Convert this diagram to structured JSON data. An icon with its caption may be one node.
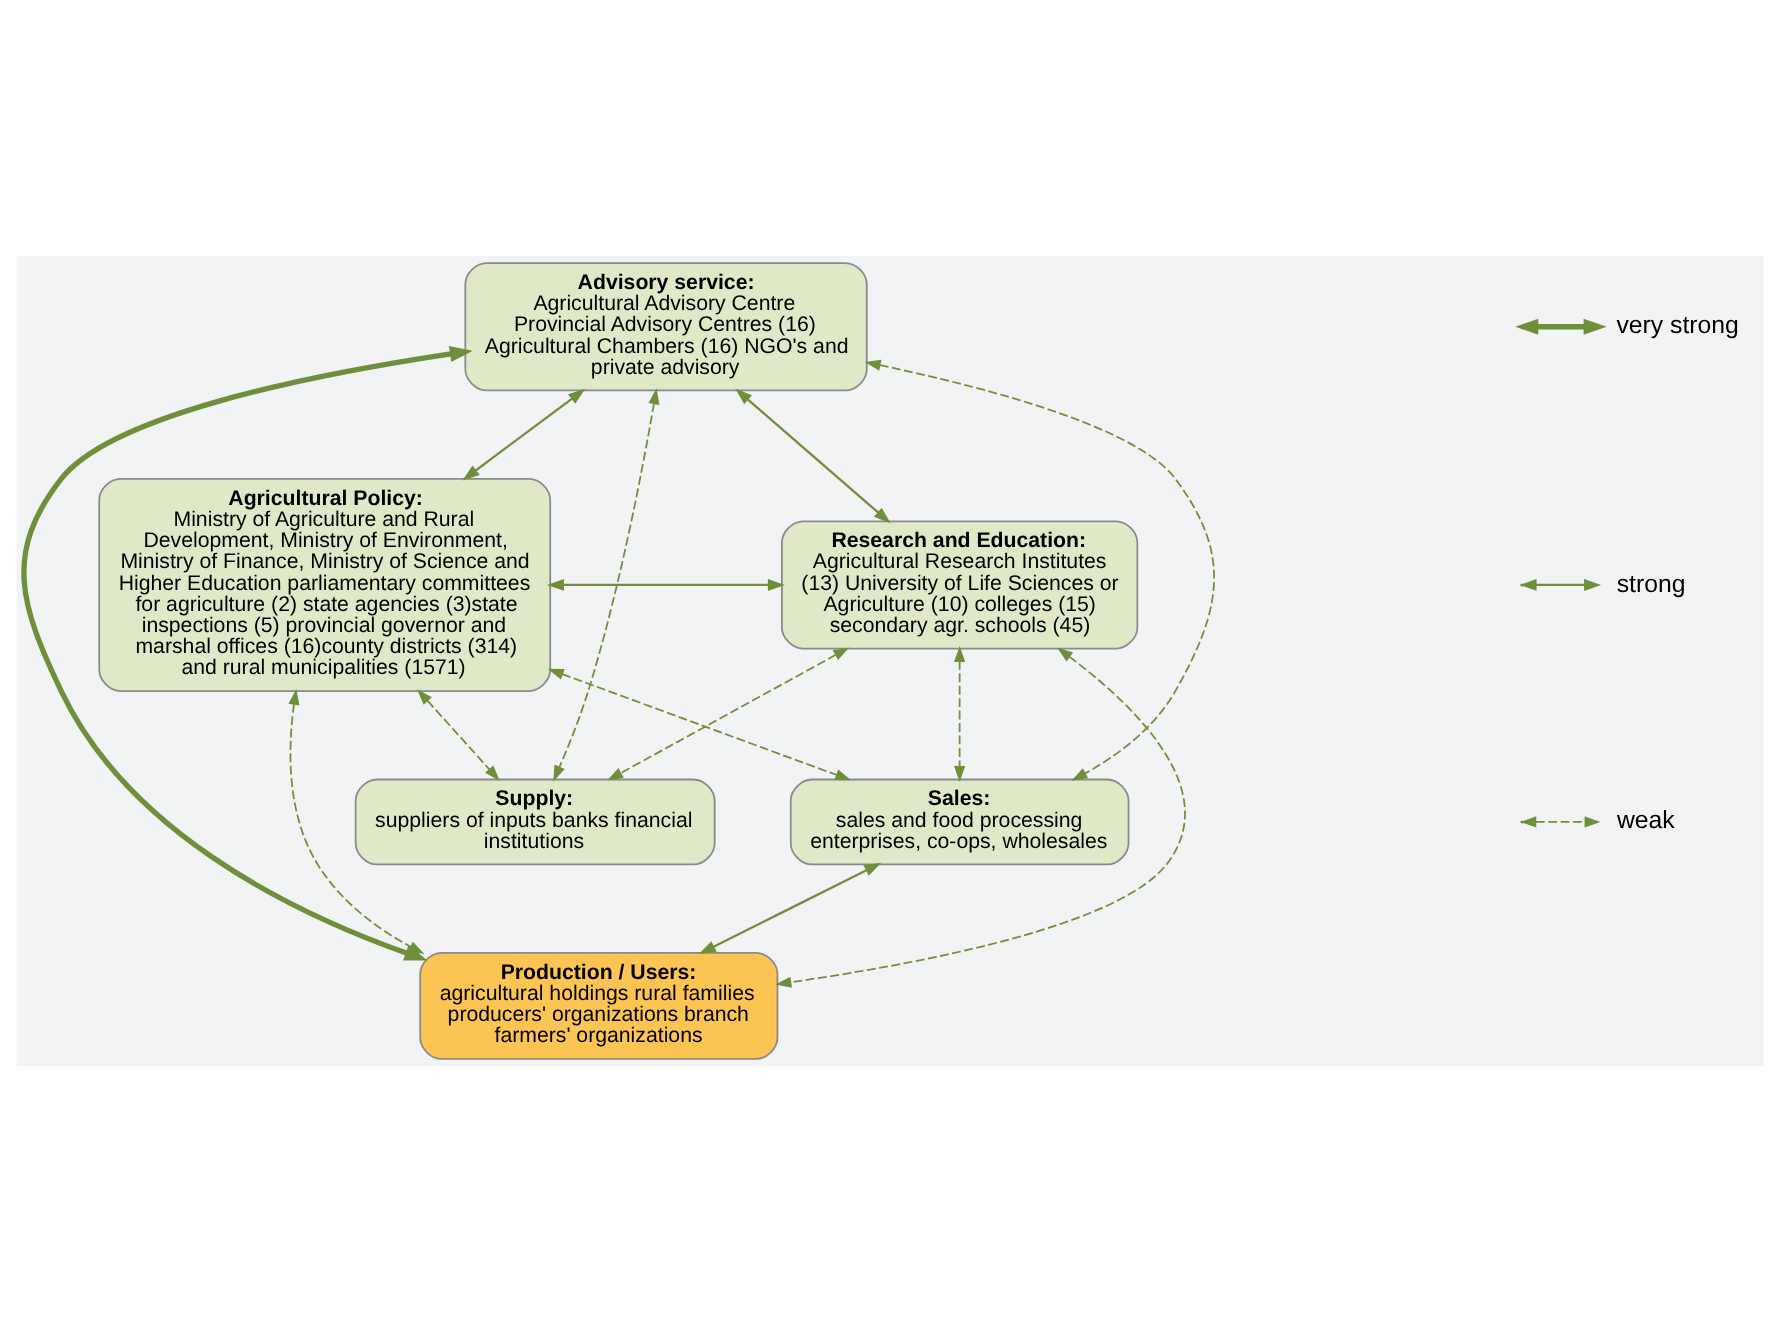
{
  "diagram": {
    "nodes": [
      {
        "text": [
          "Advisory service:",
          "Agricultural Advisory Centre Provincial Advisory Centres (16) Agricultural Chambers (16) NGO's and private advisory"
        ]
      },
      {
        "text": [
          "Research and Education:",
          "Agricultural Research Institutes (13) University of Life Sciences or Agriculture (10) colleges (15) secondary agr. schools (45)"
        ]
      },
      {
        "text": [
          "Agricultural Policy:",
          "Ministry of Agriculture and Rural Development, Ministry of Environment, Ministry of Finance, Ministry of Science and Higher Education parliamentary committees for agriculture (2) state agencies (3)state inspections (5) provincial governor and marshal offices (16)county districts (314) and rural municipalities (1571)"
        ]
      },
      {
        "text": [
          "Supply:",
          "suppliers of inputs banks financial institutions"
        ]
      },
      {
        "text": [
          "Sales:",
          "sales and food processing enterprises, co-ops, wholesales"
        ]
      },
      {
        "text": [
          "Production / Users:",
          "agricultural holdings rural families producers' organizations branch farmers' organizations"
        ]
      }
    ],
    "edges": [
      {
        "from": 1,
        "to": 0,
        "arrow": "both"
      },
      {
        "from": 0,
        "to": 2,
        "arrow": "both"
      },
      {
        "from": 0,
        "to": 5,
        "arrow": "both",
        "style": "thick"
      },
      {
        "from": 1,
        "to": 2,
        "arrow": "both"
      },
      {
        "from": 1,
        "to": 3,
        "arrow": "both",
        "style": "dashed"
      },
      {
        "from": 2,
        "to": 4,
        "arrow": "both",
        "style": "dashed"
      },
      {
        "from": 4,
        "to": 5,
        "arrow": "both"
      },
      {
        "from": 0,
        "to": 3,
        "arrow": "both",
        "style": "dashed"
      },
      {
        "from": 0,
        "to": 4,
        "arrow": "both",
        "style": "dashed"
      },
      {
        "from": 1,
        "to": 4,
        "arrow": "both",
        "style": "dashed"
      },
      {
        "from": 2,
        "to": 3,
        "arrow": "both",
        "style": "dashed"
      },
      {
        "from": 1,
        "to": 5,
        "arrow": "both",
        "style": "dashed"
      },
      {
        "from": 2,
        "to": 5,
        "arrow": "both",
        "style": "dashed"
      }
    ],
    "legend": [
      {
        "text": "very strong"
      },
      {
        "text": "strong"
      },
      {
        "text": "weak"
      }
    ]
  }
}
